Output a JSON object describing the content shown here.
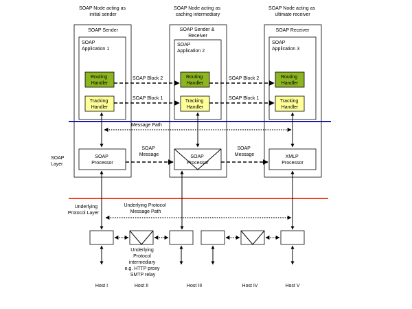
{
  "colors": {
    "routing_handler_fill": "#8db521",
    "tracking_handler_fill": "#ffff99",
    "blue_divider": "#1c1ca8",
    "red_divider": "#ee4422"
  },
  "headers": {
    "node1": [
      "SOAP Node acting as",
      "initial sender"
    ],
    "node2": [
      "SOAP Node acting as",
      "caching intermediary"
    ],
    "node3": [
      "SOAP Node acting as",
      "ultimate receiver"
    ]
  },
  "nodes": [
    {
      "title": [
        "SOAP Sender"
      ],
      "app": [
        "SOAP",
        "Application 1"
      ],
      "processor": [
        "SOAP",
        "Processor"
      ]
    },
    {
      "title": [
        "SOAP Sender &",
        "Receiver"
      ],
      "app": [
        "SOAP",
        "Application 2"
      ],
      "processor": [
        "SOAP",
        "Processor"
      ]
    },
    {
      "title": [
        "SOAP Receiver"
      ],
      "app": [
        "SOAP",
        "Application 3"
      ],
      "processor": [
        "XMLP",
        "Processor"
      ]
    }
  ],
  "handlers": {
    "routing": [
      "Routing",
      "Handler"
    ],
    "tracking": [
      "Tracking",
      "Handler"
    ]
  },
  "block_labels": {
    "routing": "SOAP Block 2",
    "tracking": "SOAP Block 1"
  },
  "message_path": "Message Path",
  "soap_message": [
    "SOAP",
    "Message"
  ],
  "soap_layer": [
    "SOAP",
    "Layer"
  ],
  "underlying_layer": [
    "Underlying",
    "Protocol Layer"
  ],
  "underlying_path": [
    "Underlying Protocol",
    "Message Path"
  ],
  "intermediary_note": [
    "Underlying",
    "Protocol",
    "intermediary",
    "e.g. HTTP proxy",
    "SMTP relay"
  ],
  "hosts": [
    "Host I",
    "Host II",
    "Host III",
    "Host IV",
    "Host V"
  ]
}
